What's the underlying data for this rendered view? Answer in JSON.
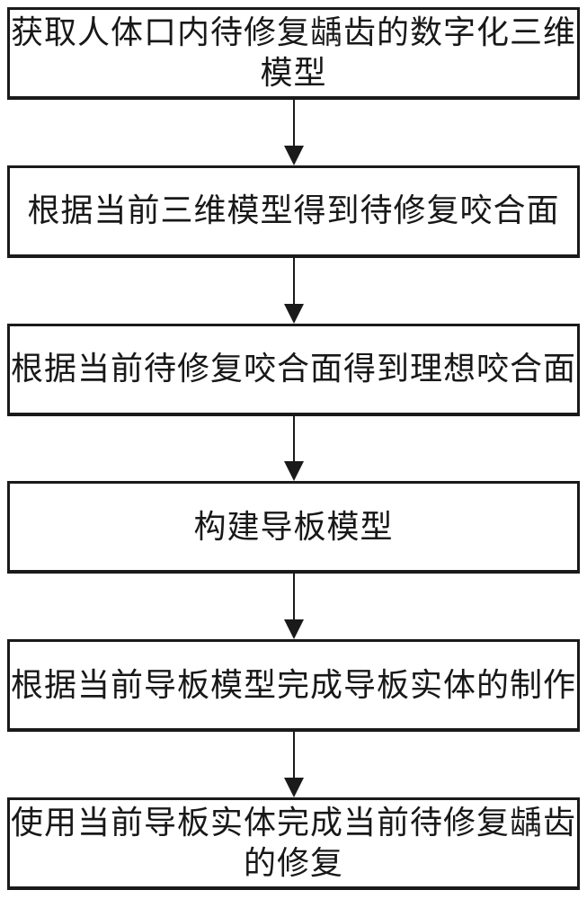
{
  "page": {
    "background_color": "#ffffff",
    "line_color": "#1a1a1a",
    "text_color": "#181818"
  },
  "flowchart": {
    "type": "vertical-flowchart",
    "connector_style": "solid-line-with-filled-down-arrow",
    "steps": [
      {
        "id": 1,
        "label": "获取人体口内待修复龋齿的数字化三维\n模型"
      },
      {
        "id": 2,
        "label": "根据当前三维模型得到待修复咬合面"
      },
      {
        "id": 3,
        "label": "根据当前待修复咬合面得到理想咬合面"
      },
      {
        "id": 4,
        "label": "构建导板模型"
      },
      {
        "id": 5,
        "label": "根据当前导板模型完成导板实体的制作"
      },
      {
        "id": 6,
        "label": "使用当前导板实体完成当前待修复龋齿\n的修复"
      }
    ]
  }
}
